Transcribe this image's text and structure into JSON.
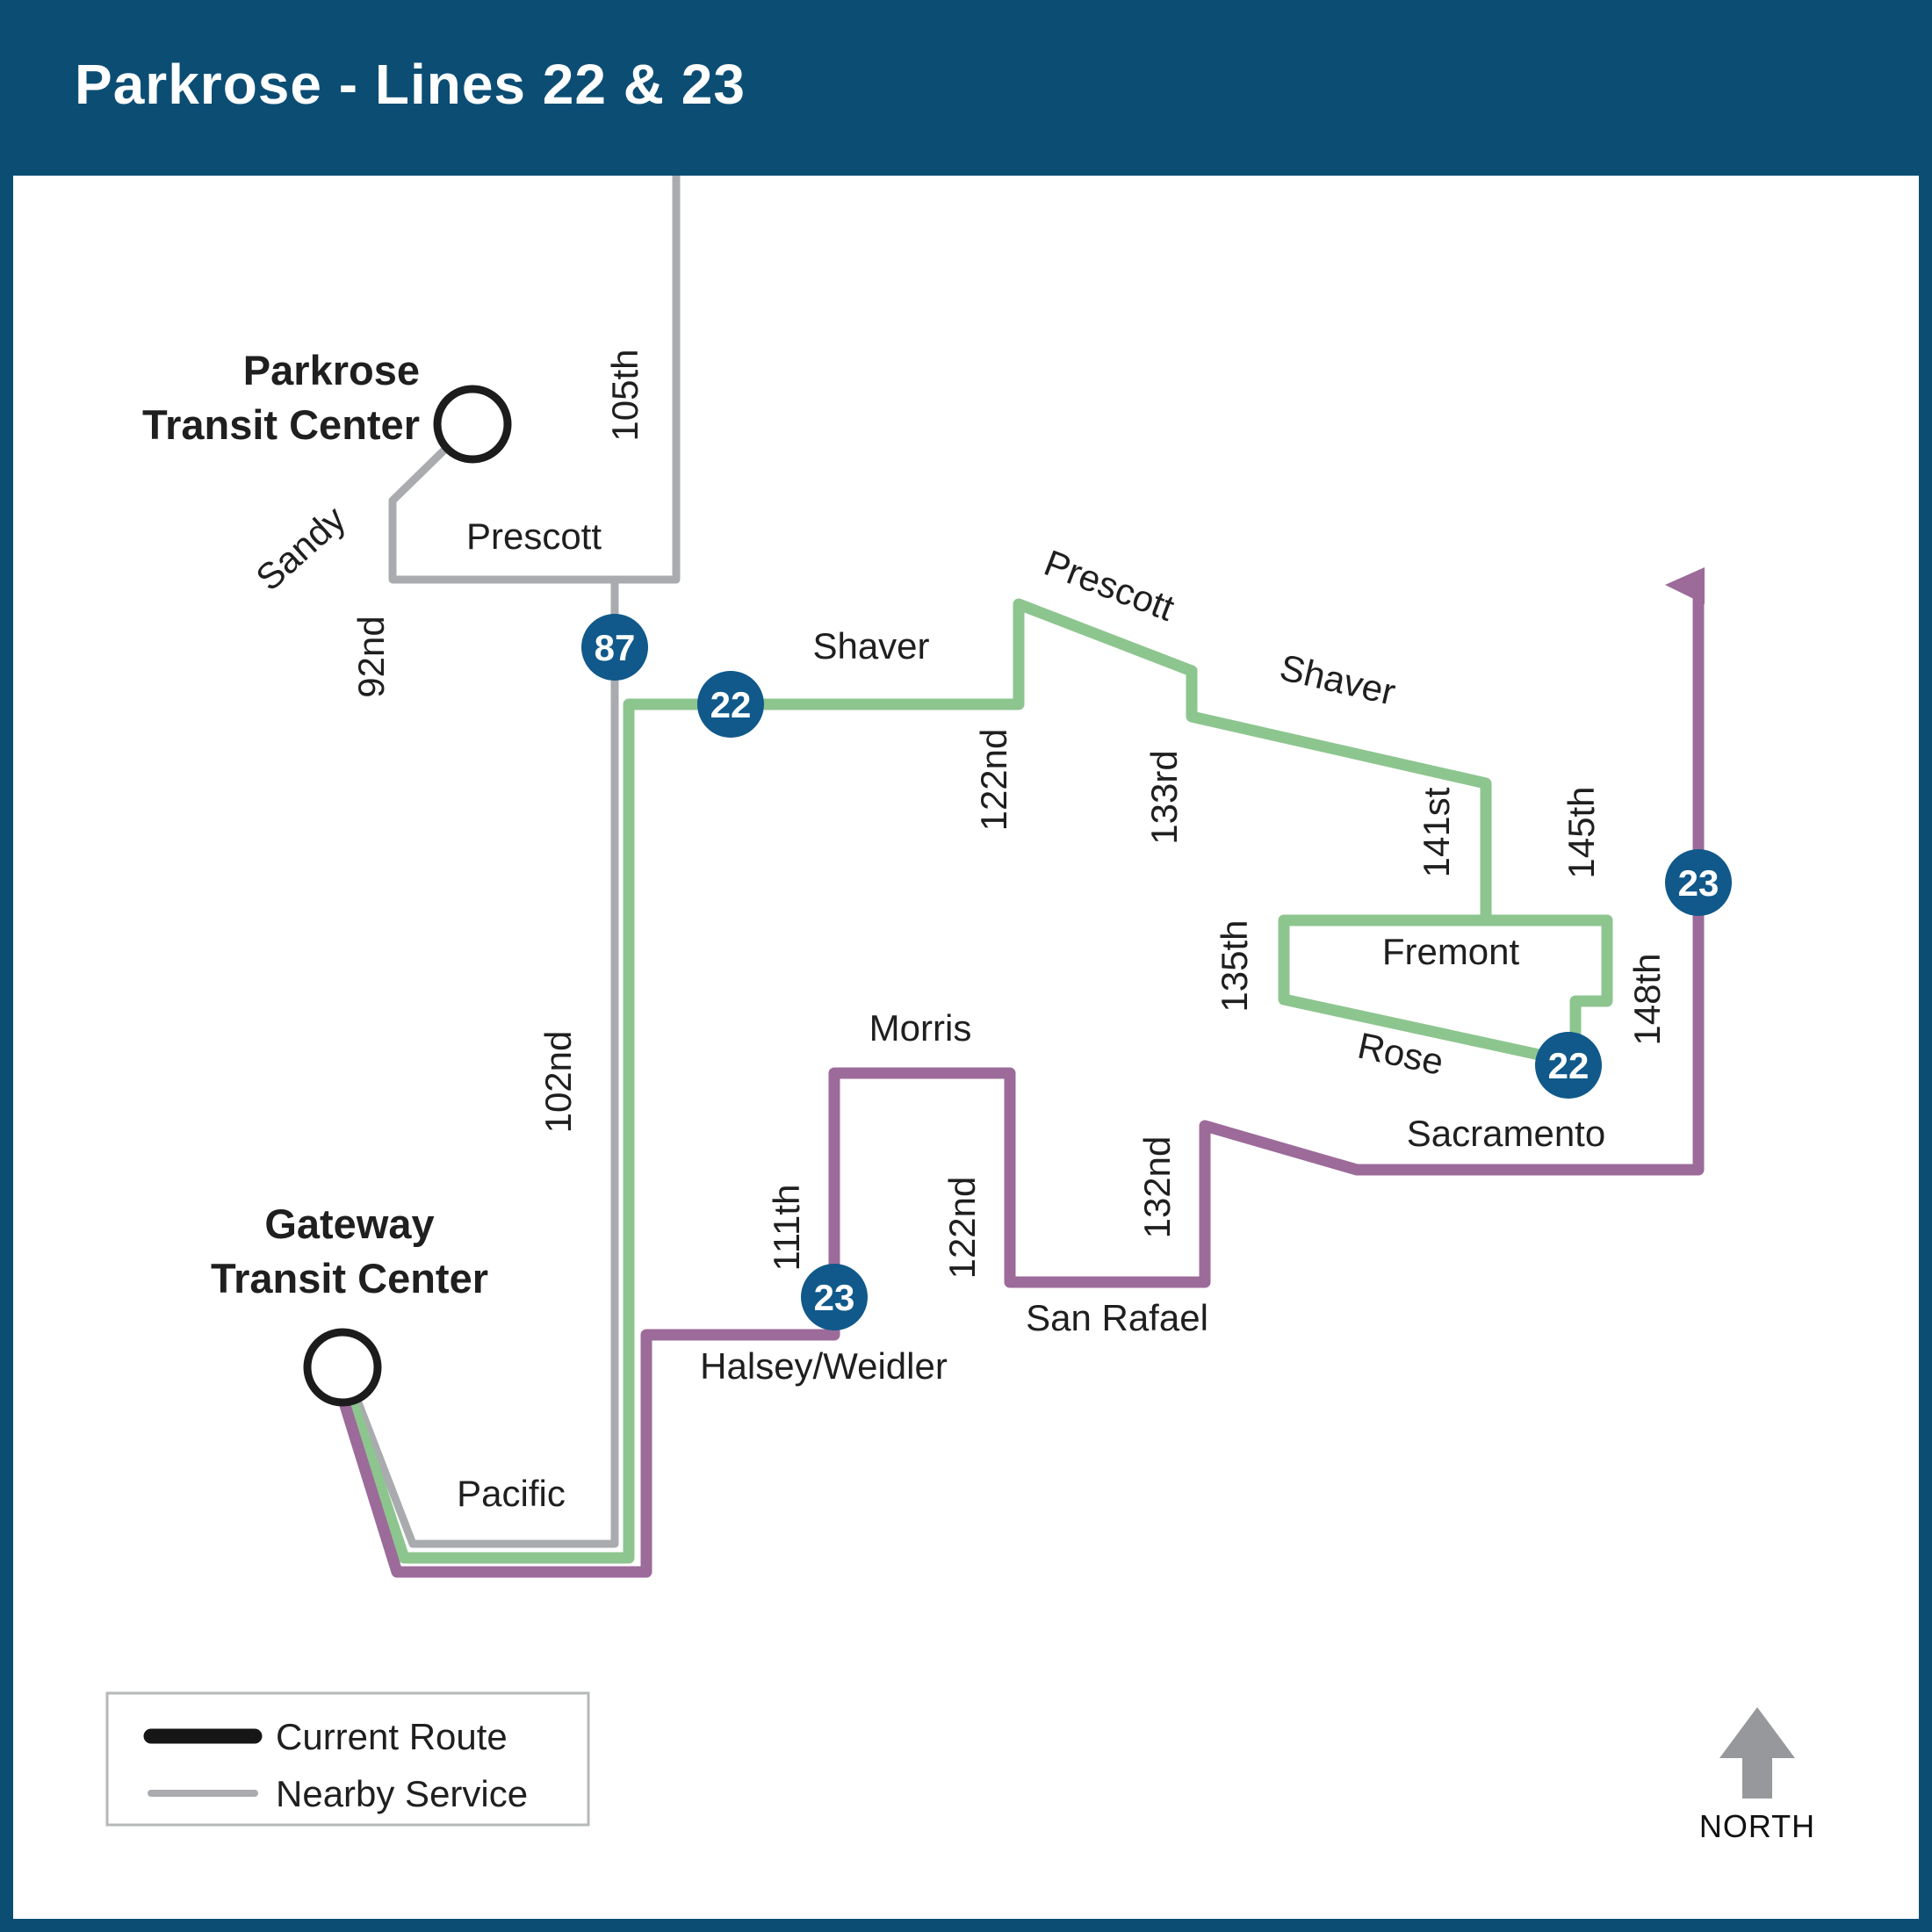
{
  "title": "Parkrose - Lines 22 & 23",
  "colors": {
    "blue": "#0c4d74",
    "badge": "#10598a",
    "green": "#8dc58f",
    "purple": "#9c6b9a",
    "gray": "#a9abae",
    "ink": "#1f1f1f"
  },
  "transit_centers": {
    "parkrose": {
      "line1": "Parkrose",
      "line2": "Transit Center"
    },
    "gateway": {
      "line1": "Gateway",
      "line2": "Transit Center"
    }
  },
  "streets": {
    "sandy": "Sandy",
    "prescott_w": "Prescott",
    "s105th": "105th",
    "s92nd": "92nd",
    "s102nd": "102nd",
    "shaver_w": "Shaver",
    "prescott_e": "Prescott",
    "s122nd_n": "122nd",
    "s133rd": "133rd",
    "shaver_e": "Shaver",
    "s141st": "141st",
    "s145th": "145th",
    "s135th": "135th",
    "fremont": "Fremont",
    "rose": "Rose",
    "s148th": "148th",
    "sacramento": "Sacramento",
    "morris": "Morris",
    "s111th": "111th",
    "s122nd_s": "122nd",
    "s132nd": "132nd",
    "san_rafael": "San Rafael",
    "halsey_weidler": "Halsey/Weidler",
    "pacific": "Pacific"
  },
  "badges": {
    "b87": "87",
    "b22_west": "22",
    "b22_east": "22",
    "b23_north": "23",
    "b23_south": "23"
  },
  "legend": {
    "current_route": "Current Route",
    "nearby_service": "Nearby Service"
  },
  "north_label": "NORTH"
}
